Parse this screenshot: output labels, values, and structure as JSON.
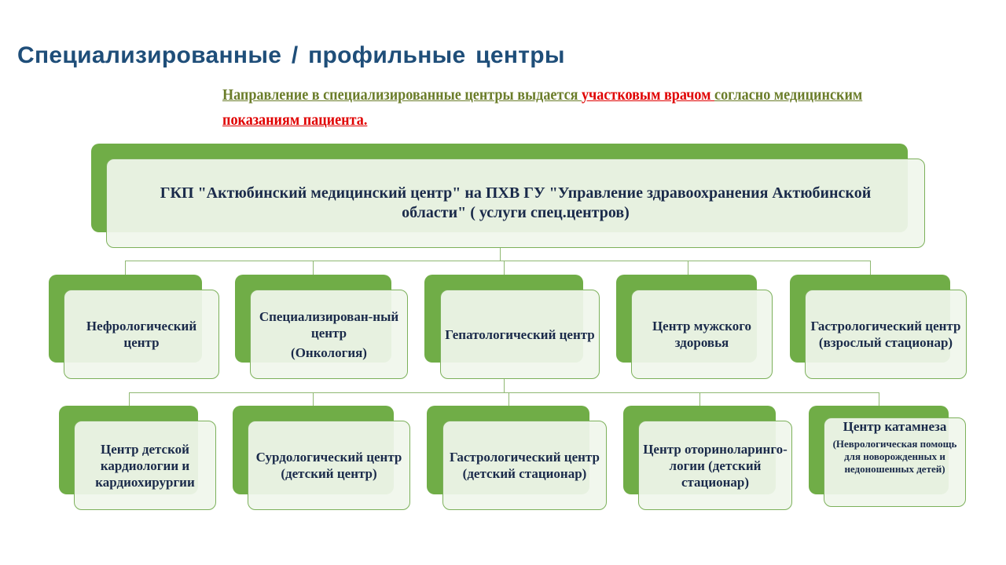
{
  "title": "Специализированные / профильные  центры",
  "note": {
    "p1": "Направление в специализированные центры выдается ",
    "p2": "участковым врачом ",
    "p3": "согласно медицинским ",
    "p4": "показаниям пациента."
  },
  "root": "ГКП \"Актюбинский медицинский центр\" на ПХВ ГУ \"Управление здравоохранения Актюбинской области\" ( услуги спец.центров)",
  "row1": [
    "Нефрологический центр",
    "Специализирован-ный центр",
    "(Онкология)",
    "Гепатологический центр",
    "Центр мужского здоровья",
    "Гастрологический центр (взрослый стационар)"
  ],
  "row2": [
    "Центр детской кардиологии и кардиохирургии",
    "Сурдологический центр (детский центр)",
    "Гастрологический центр (детский стационар)",
    "Центр оториноларинго-логии (детский стационар)",
    "Центр катамнеза",
    "(Неврологическая помощь для новорожденных и недоношенных детей)"
  ],
  "colors": {
    "green": "#70ad47",
    "title": "#1f4e79",
    "note_green": "#6b7d2a",
    "note_red": "#e00000"
  }
}
